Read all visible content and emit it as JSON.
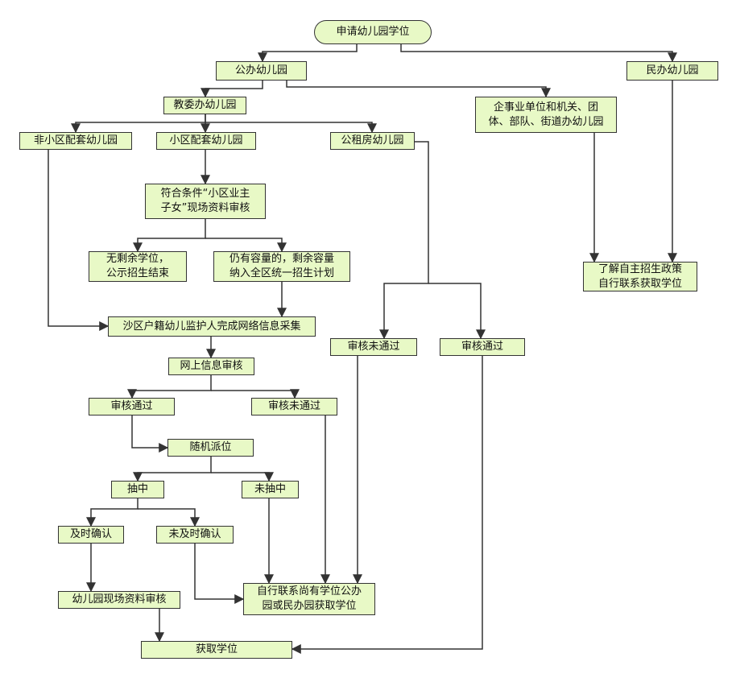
{
  "colors": {
    "node_fill": "#e8f9c6",
    "stroke": "#333333"
  },
  "nodes": {
    "apply": "申请幼儿园学位",
    "public": "公办幼儿园",
    "private": "民办幼儿园",
    "edu": "教委办幼儿园",
    "enterprise": "企事业单位和机关、团\n体、部队、街道办幼儿园",
    "nonres": "非小区配套幼儿园",
    "res": "小区配套幼儿园",
    "rental": "公租房幼儿园",
    "owner_check": "符合条件“小区业主\n子女”现场资料审核",
    "no_spots": "无剩余学位，\n公示招生结束",
    "has_spots": "仍有容量的，剩余容量\n纳入全区统一招生计划",
    "collect": "沙区户籍幼儿监护人完成网络信息采集",
    "online_review": "网上信息审核",
    "pass_a": "审核通过",
    "fail_a": "审核未通过",
    "lottery": "随机派位",
    "drawn": "抽中",
    "not_drawn": "未抽中",
    "confirm": "及时确认",
    "not_confirm": "未及时确认",
    "onsite_review": "幼儿园现场资料审核",
    "self_contact": "自行联系尚有学位公办\n园或民办园获取学位",
    "get_spot": "获取学位",
    "rental_fail": "审核未通过",
    "rental_pass": "审核通过",
    "self_policy": "了解自主招生政策\n自行联系获取学位"
  }
}
